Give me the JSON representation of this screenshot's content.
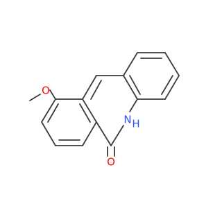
{
  "molecule": {
    "atoms": {
      "oxygen_methoxy": "O",
      "nitrogen": "N",
      "hydrogen_on_nitrogen": "H",
      "oxygen_carbonyl": "O"
    },
    "colors": {
      "bond": "#3a3a3a",
      "oxygen": "#ff0d0d",
      "nitrogen": "#3050f8"
    }
  }
}
